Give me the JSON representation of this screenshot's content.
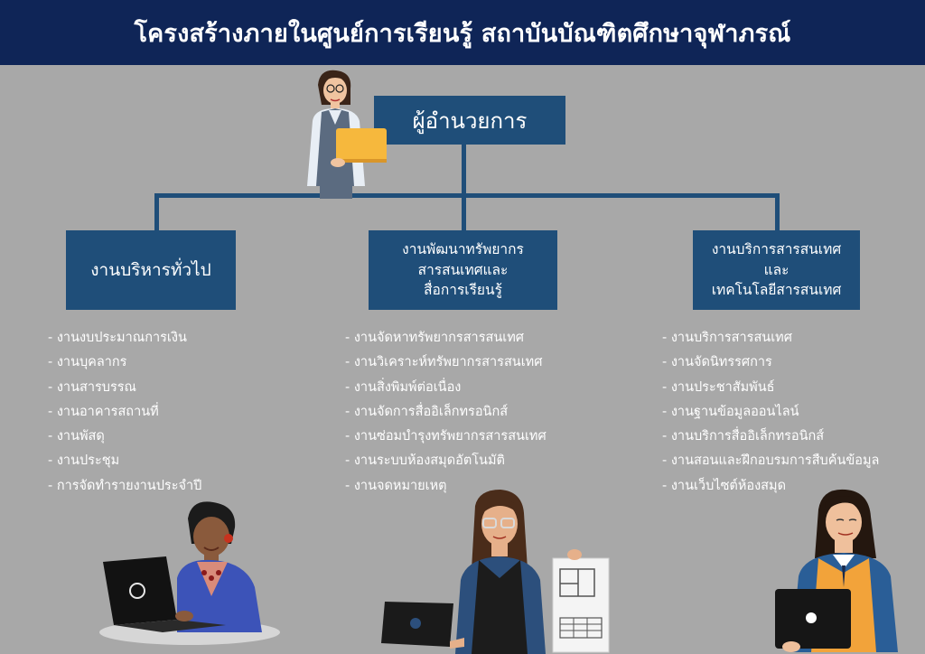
{
  "title": "โครงสร้างภายในศูนย์การเรียนรู้ สถาบันบัณฑิตศึกษาจุฬาภรณ์",
  "director": "ผู้อำนวยการ",
  "divisions": [
    {
      "lines": [
        "งานบริหารทั่วไป"
      ],
      "items": [
        "- งานงบประมาณการเงิน",
        "- งานบุคลากร",
        "- งานสารบรรณ",
        "- งานอาคารสถานที่",
        "- งานพัสดุ",
        "- งานประชุม",
        "- การจัดทำรายงานประจำปี"
      ]
    },
    {
      "lines": [
        "งานพัฒนาทรัพยากร",
        "สารสนเทศและ",
        "สื่อการเรียนรู้"
      ],
      "items": [
        "- งานจัดหาทรัพยากรสารสนเทศ",
        "- งานวิเคราะห์ทรัพยากรสารสนเทศ",
        "- งานสิ่งพิมพ์ต่อเนื่อง",
        "- งานจัดการสื่ออิเล็กทรอนิกส์",
        "- งานซ่อมบำรุงทรัพยากรสารสนเทศ",
        "- งานระบบห้องสมุดอัตโนมัติ",
        "- งานจดหมายเหตุ"
      ]
    },
    {
      "lines": [
        "งานบริการสารสนเทศ",
        "และ",
        "เทคโนโลยีสารสนเทศ"
      ],
      "items": [
        "- งานบริการสารสนเทศ",
        "- งานจัดนิทรรศการ",
        "- งานประชาสัมพันธ์",
        "- งานฐานข้อมูลออนไลน์",
        "- งานบริการสื่ออิเล็กทรอนิกส์",
        "- งานสอนและฝึกอบรมการสืบค้นข้อมูล",
        "- งานเว็บไซต์ห้องสมุด"
      ]
    }
  ],
  "colors": {
    "header": "#0f2557",
    "box": "#1f4e79",
    "background": "#a8a8a8",
    "text": "#ffffff"
  }
}
